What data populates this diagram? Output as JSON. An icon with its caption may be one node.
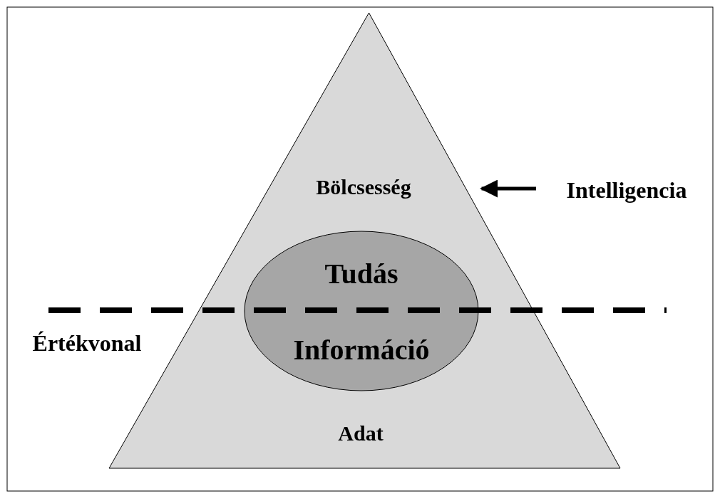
{
  "diagram": {
    "nodes": [
      {
        "text": [
          "Bölcsesség",
          "Adat"
        ]
      },
      {
        "text": [
          "Tudás",
          "Információ"
        ],
        "in": 0
      },
      {
        "text": [
          "Intelligencia"
        ]
      }
    ],
    "edges": [
      {
        "from": 2,
        "to": 0,
        "arrow": "to"
      }
    ],
    "labels": [
      "Értékvonal"
    ]
  }
}
